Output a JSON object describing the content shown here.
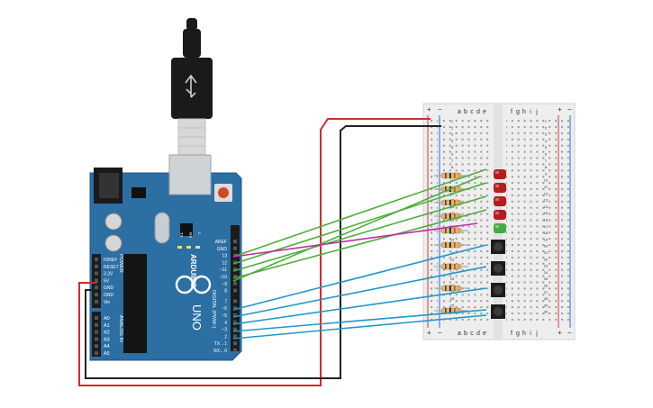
{
  "colors": {
    "board": "#2b6fa3",
    "board_dark": "#1f5a88",
    "header": "#1c1c1c",
    "breadboard": "#eeeeee",
    "rail_red": "#d23b3b",
    "rail_blue": "#2c6ad2",
    "wire_red": "#d42a2a",
    "wire_black": "#222222",
    "wire_green": "#4caf3a",
    "wire_magenta": "#c02aa8",
    "wire_blue": "#1e98c8",
    "led_red": "#b41e1e",
    "led_green": "#3fae3f",
    "usb_cable": "#1a1a1a"
  },
  "arduino": {
    "brand": "ARDUINO",
    "model": "UNO",
    "digital_label": "DIGITAL (PWM~)",
    "power_label": "POWER",
    "analog_label": "ANALOG IN",
    "digital_pins": [
      "AREF",
      "GND",
      "13",
      "12",
      "~11",
      "~10",
      "~9",
      "8",
      "7",
      "~6",
      "~5",
      "4",
      "~3",
      "2",
      "TX→1",
      "RX←0"
    ],
    "power_pins": [
      "IOREF",
      "RESET",
      "3.3V",
      "5V",
      "GND",
      "GND",
      "Vin"
    ],
    "analog_pins": [
      "A0",
      "A1",
      "A2",
      "A3",
      "A4",
      "A5"
    ],
    "led_labels": [
      "TX",
      "RX",
      "L"
    ]
  },
  "breadboard": {
    "columns_left": [
      "a",
      "b",
      "c",
      "d",
      "e"
    ],
    "columns_right": [
      "f",
      "g",
      "h",
      "i",
      "j"
    ],
    "rail_plus": "+",
    "rail_minus": "−",
    "rows": 30
  },
  "components": {
    "leds": [
      "red",
      "red",
      "red",
      "red",
      "green"
    ],
    "buttons": 4,
    "resistors": 9
  }
}
